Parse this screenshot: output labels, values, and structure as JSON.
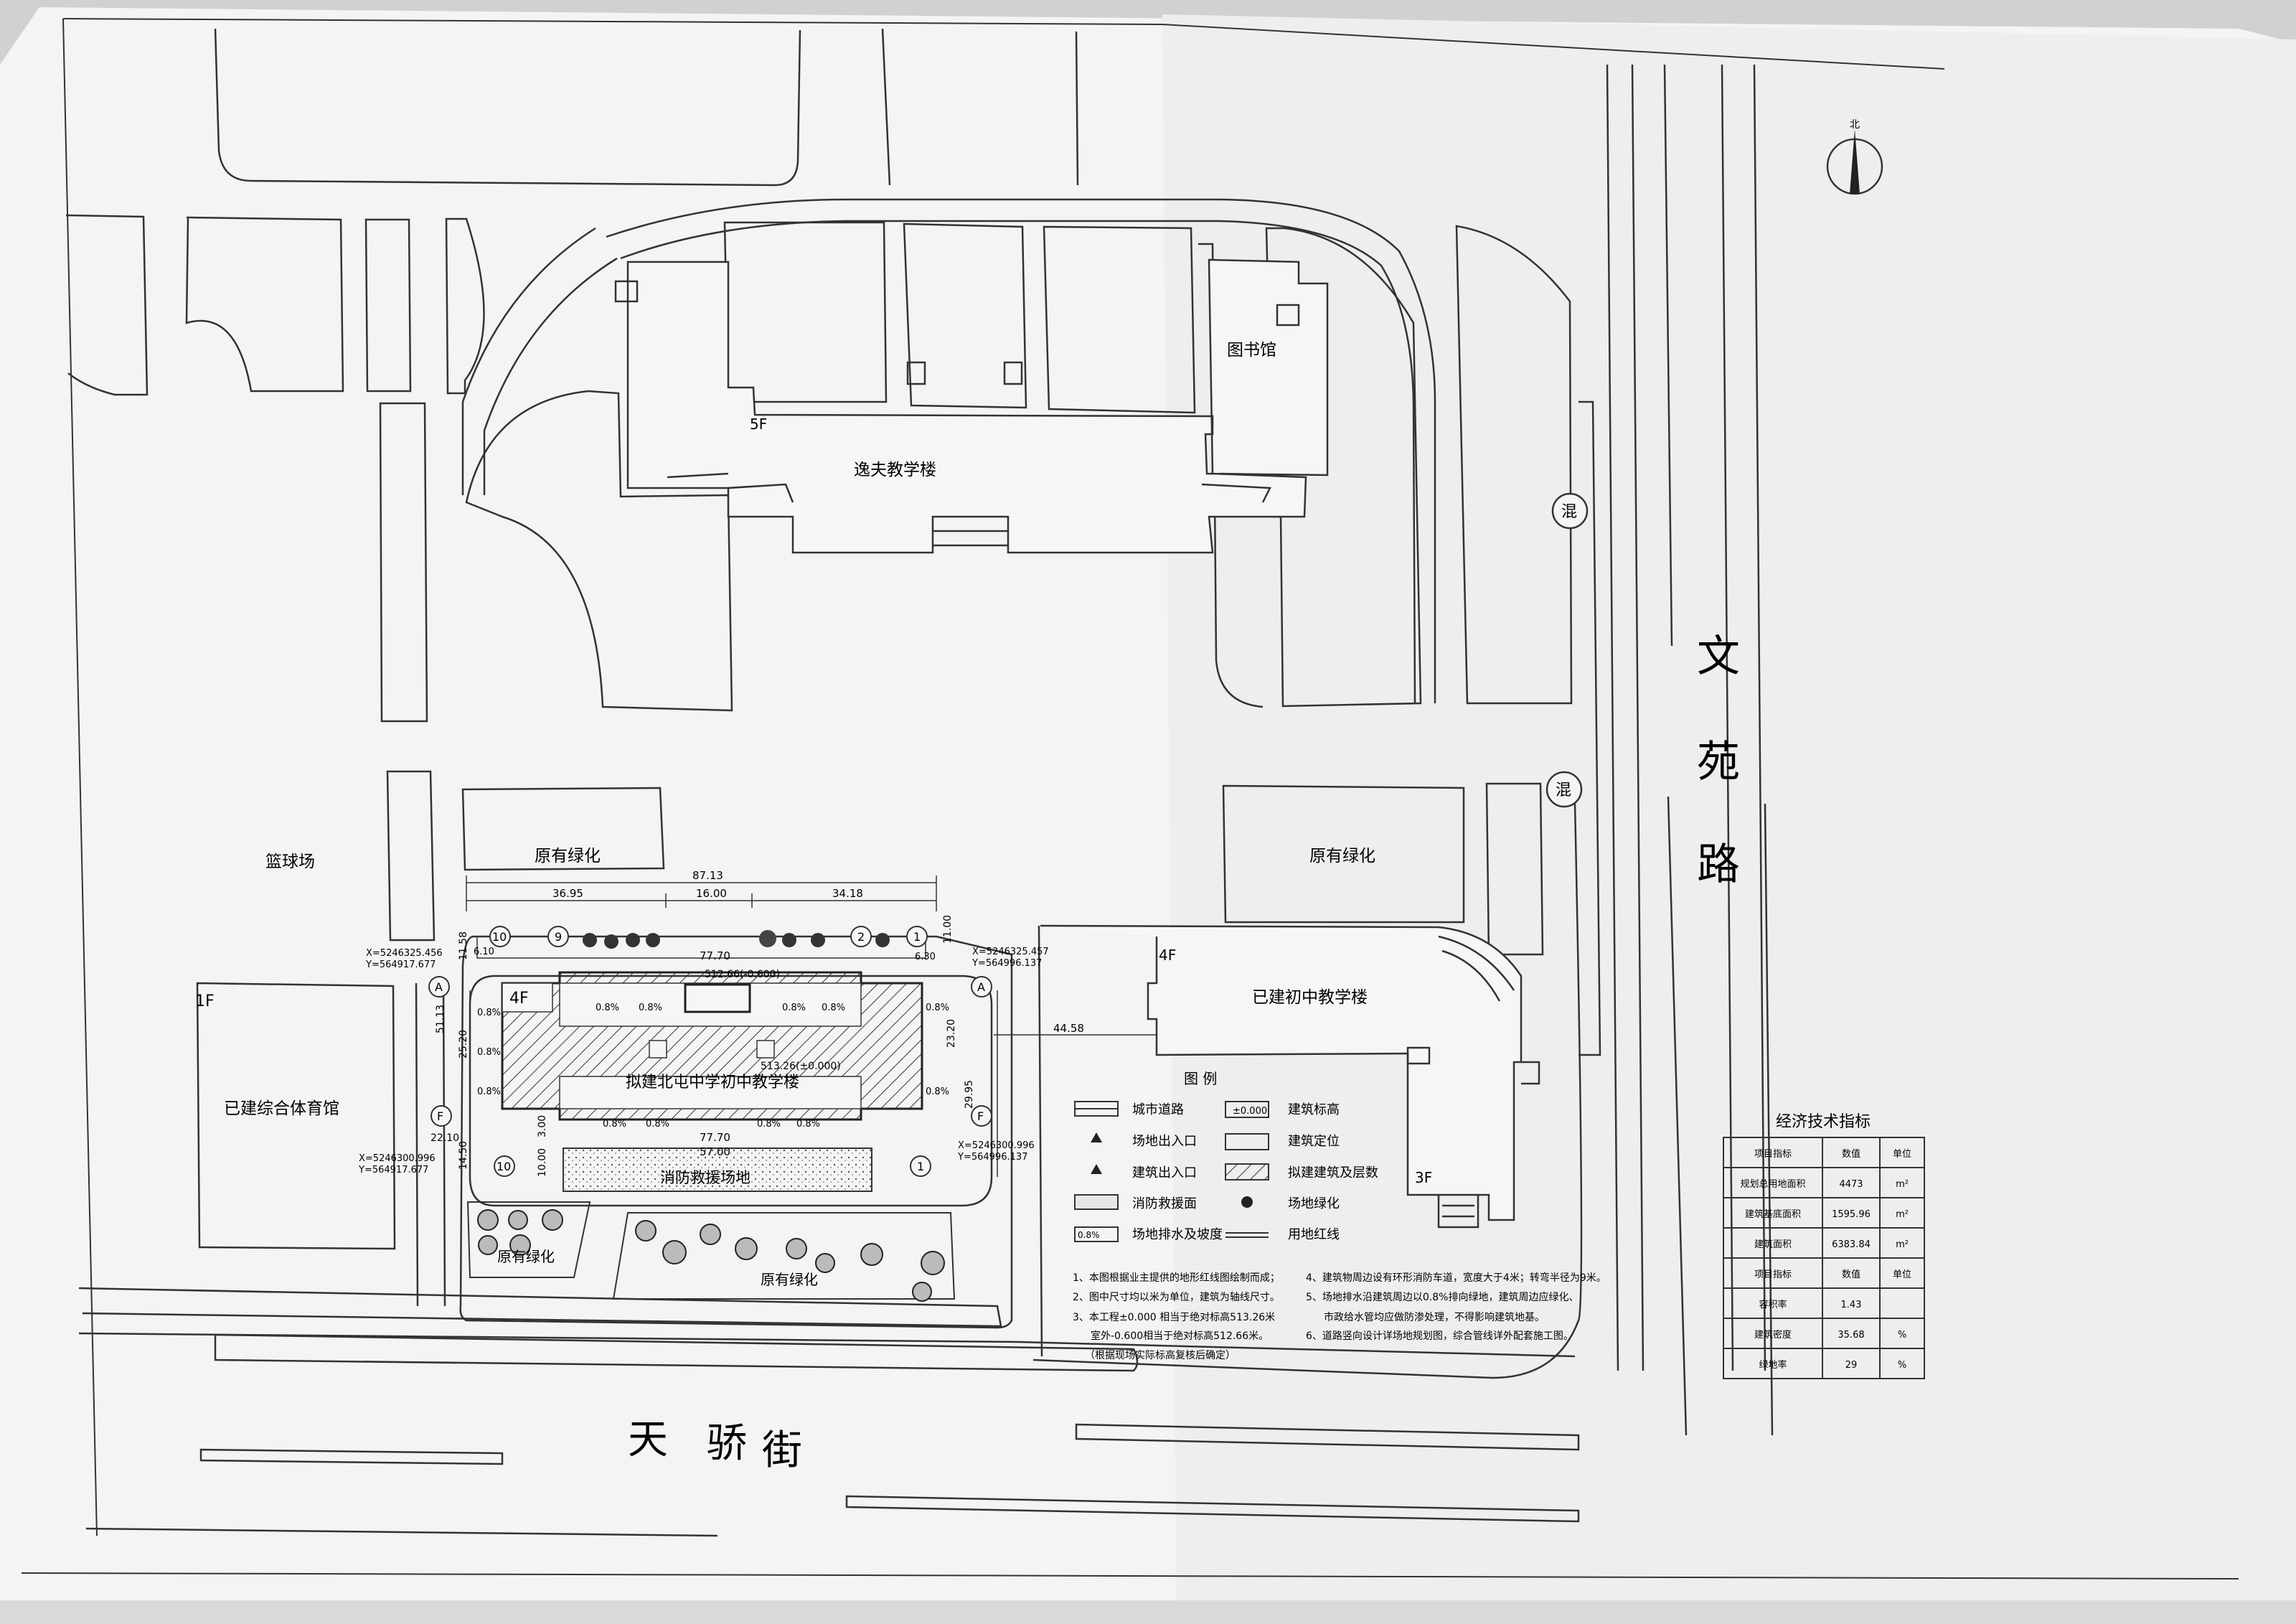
{
  "north_arrow": {
    "label": "北"
  },
  "buildings": {
    "yifu": {
      "name": "逸夫教学楼",
      "floors": "5F"
    },
    "library": {
      "name": "图书馆"
    },
    "existing_junior": {
      "name": "已建初中教学楼",
      "floors_a": "4F",
      "floors_b": "3F"
    },
    "gym": {
      "name": "已建综合体育馆",
      "floors": "1F"
    },
    "proposed": {
      "name": "拟建北屯中学初中教学楼",
      "floors": "4F"
    }
  },
  "areas": {
    "basketball": "篮球场",
    "green_1": "原有绿化",
    "green_2": "原有绿化",
    "green_3": "原有绿化",
    "green_4": "原有绿化",
    "fire_rescue": "消防救援场地"
  },
  "roads": {
    "wenyuan": [
      "文",
      "苑",
      "路"
    ],
    "tianjiao": [
      "天",
      "骄",
      "街"
    ],
    "hun_marker": "混"
  },
  "dimensions": {
    "total_width": "87.13",
    "seg_1": "36.95",
    "seg_2": "16.00",
    "seg_3": "34.18",
    "building_len": "77.70",
    "building_len_2": "77.70",
    "fire_len": "57.00",
    "dist_east": "44.58",
    "depth_1": "51.13",
    "depth_2": "25.20",
    "setback_1": "11.58",
    "setback_2": "6.10",
    "setback_3": "11.00",
    "setback_4": "6.30",
    "depth_3": "23.20",
    "depth_4": "29.95",
    "side_1": "22.10",
    "side_2": "14.50",
    "gap_1": "3.00",
    "gap_2": "10.00",
    "elev_1": "512.66(-0.600)",
    "elev_2": "513.26(±0.000)"
  },
  "coords": {
    "nw_x": "X=5246325.456",
    "nw_y": "Y=564917.677",
    "ne_x": "X=5246325.457",
    "ne_y": "Y=564996.137",
    "sw_x": "X=5246300.996",
    "sw_y": "Y=564917.677",
    "se_x": "X=5246300.996",
    "se_y": "Y=564996.137"
  },
  "axes": {
    "a": "A",
    "f": "F",
    "n1": "1",
    "n2": "2",
    "n9": "9",
    "n10": "10"
  },
  "slope_labels": [
    "0.8%",
    "0.8%",
    "0.8%",
    "0.8%",
    "0.8%",
    "0.8%",
    "0.8%",
    "0.8%",
    "0.8%",
    "0.8%",
    "0.8%",
    "0.8%",
    "0.8%"
  ],
  "legend": {
    "title": "图 例",
    "items": [
      {
        "label": "城市道路"
      },
      {
        "label": "建筑标高",
        "symbol": "±0.000"
      },
      {
        "label": "场地出入口"
      },
      {
        "label": "建筑定位"
      },
      {
        "label": "建筑出入口"
      },
      {
        "label": "拟建建筑及层数"
      },
      {
        "label": "消防救援面"
      },
      {
        "label": "场地绿化"
      },
      {
        "label": "场地排水及坡度",
        "symbol": "0.8%"
      },
      {
        "label": "用地红线"
      }
    ]
  },
  "notes": [
    "1、本图根据业主提供的地形红线图绘制而成；",
    "2、图中尺寸均以米为单位，建筑为轴线尺寸。",
    "3、本工程±0.000 相当于绝对标高513.26米",
    "室外-0.600相当于绝对标高512.66米。",
    "（根据现场实际标高复核后确定）",
    "4、建筑物周边设有环形消防车道，宽度大于4米；转弯半径为9米。",
    "5、场地排水沿建筑周边以0.8%排向绿地，建筑周边应绿化、",
    "市政给水管均应做防渗处理，不得影响建筑地基。",
    "6、道路竖向设计详场地规划图，综合管线详外配套施工图。"
  ],
  "econ_table": {
    "title": "经济技术指标",
    "rows": [
      [
        "项目指标",
        "数值",
        "单位"
      ],
      [
        "规划总用地面积",
        "4473",
        "m²"
      ],
      [
        "建筑基底面积",
        "1595.96",
        "m²"
      ],
      [
        "建筑面积",
        "6383.84",
        "m²"
      ],
      [
        "项目指标",
        "数值",
        "单位"
      ],
      [
        "容积率",
        "1.43",
        ""
      ],
      [
        "建筑密度",
        "35.68",
        "%"
      ],
      [
        "绿地率",
        "29",
        "%"
      ]
    ]
  }
}
